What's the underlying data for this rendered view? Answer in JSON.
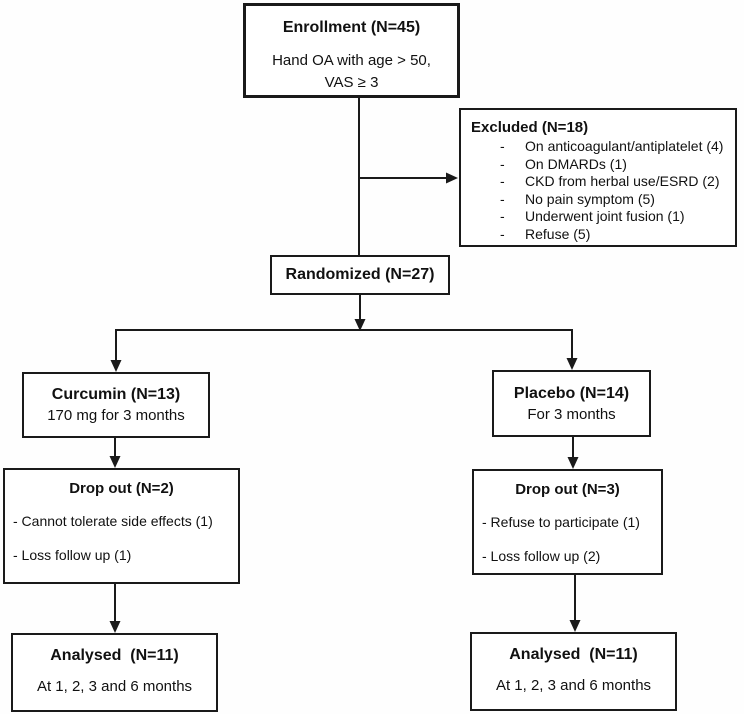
{
  "colors": {
    "line": "#1a1a1a",
    "background": "#ffffff",
    "text": "#111111"
  },
  "boxes": {
    "enrollment": {
      "title": "Enrollment (N=45)",
      "criteria_line1": "Hand OA with age > 50,",
      "criteria_line2": "VAS ≥ 3"
    },
    "excluded": {
      "title": "Excluded (N=18)",
      "bullet": "-",
      "items": [
        "On anticoagulant/antiplatelet (4)",
        "On DMARDs (1)",
        "CKD from herbal use/ESRD (2)",
        "No pain symptom (5)",
        "Underwent joint fusion (1)",
        "Refuse (5)"
      ]
    },
    "randomized": {
      "title": "Randomized (N=27)"
    },
    "curcumin": {
      "title": "Curcumin (N=13)",
      "subtitle": "170 mg for 3 months"
    },
    "placebo": {
      "title": "Placebo (N=14)",
      "subtitle": "For 3 months"
    },
    "dropout_curcumin": {
      "title": "Drop out (N=2)",
      "items": [
        "- Cannot tolerate side effects (1)",
        "- Loss follow up (1)"
      ]
    },
    "dropout_placebo": {
      "title": "Drop out (N=3)",
      "items": [
        "- Refuse to participate (1)",
        "- Loss follow up (2)"
      ]
    },
    "analysed_curcumin": {
      "title": "Analysed  (N=11)",
      "subtitle": "At 1, 2, 3 and 6 months"
    },
    "analysed_placebo": {
      "title": "Analysed  (N=11)",
      "subtitle": "At 1, 2, 3 and 6 months"
    }
  }
}
